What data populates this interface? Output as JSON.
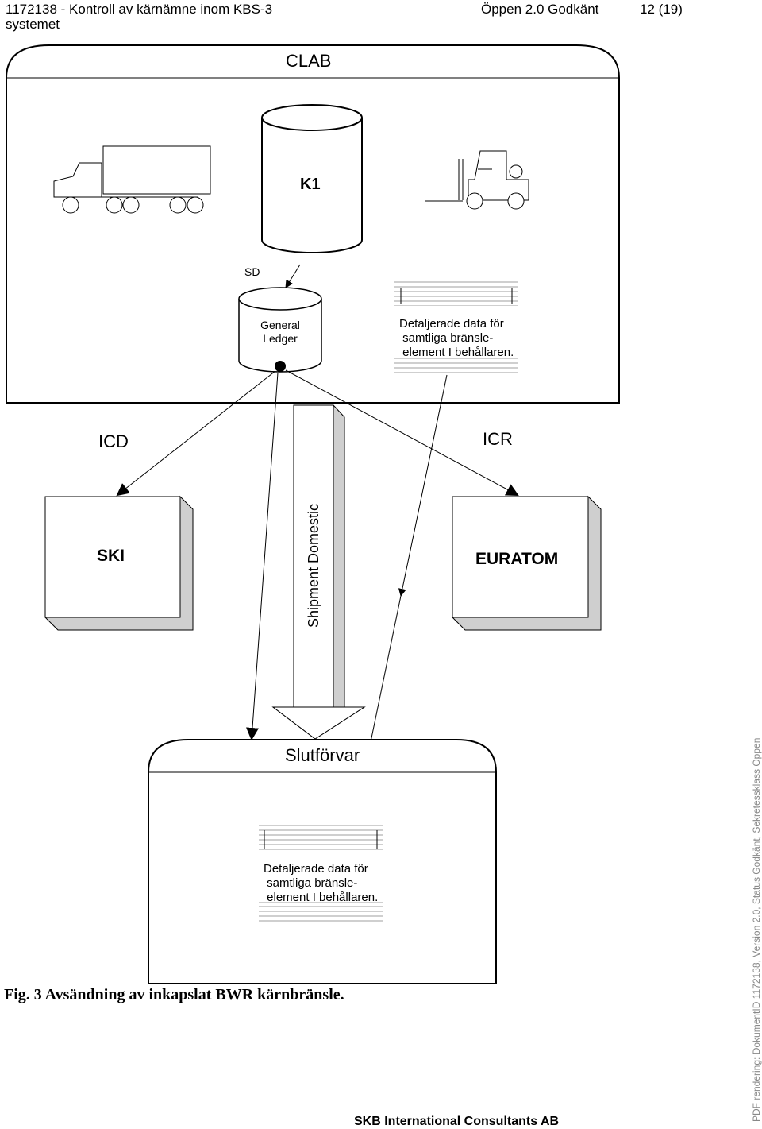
{
  "header": {
    "doc_id_title": "1172138  - Kontroll av kärnämne inom KBS-3",
    "doc_id_title_cont": "systemet",
    "status": "Öppen 2.0 Godkänt",
    "page": "12 (19)"
  },
  "diagram": {
    "clab_title": "CLAB",
    "k1_label": "K1",
    "sd_label": "SD",
    "general_ledger_line1": "General",
    "general_ledger_line2": "Ledger",
    "detail_doc_top": "Detaljerade data för\n samtliga bränsle-\n element I behållaren.",
    "icd_label": "ICD",
    "icr_label": "ICR",
    "ski_label": "SKI",
    "euratom_label": "EURATOM",
    "shipment_label": "Shipment Domestic",
    "slutforvar_title": "Slutförvar",
    "detail_doc_bottom": "Detaljerade data för\n samtliga bränsle-\n element I behållaren."
  },
  "caption": "Fig. 3 Avsändning av inkapslat BWR kärnbränsle.",
  "footer": {
    "company": "SKB International Consultants AB",
    "pdf_rendering": "PDF rendering: DokumentID 1172138, Version 2.0, Status Godkänt, Sekretessklass Öppen"
  }
}
